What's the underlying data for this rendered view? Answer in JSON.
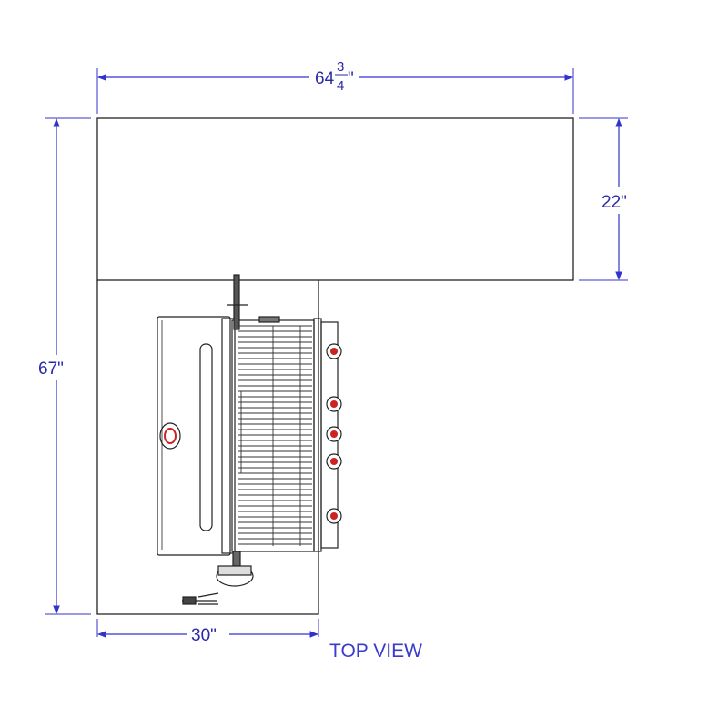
{
  "diagram": {
    "caption": "TOP VIEW",
    "dimensions": {
      "overall_width_whole": "64",
      "overall_width_num": "3",
      "overall_width_den": "4",
      "overall_width_unit": "\"",
      "top_depth": "22\"",
      "overall_length": "67\"",
      "leg_width": "30\""
    }
  },
  "colors": {
    "dimension_line": "#3333cc",
    "outline": "#222222",
    "knob_accent": "#cc2222"
  }
}
